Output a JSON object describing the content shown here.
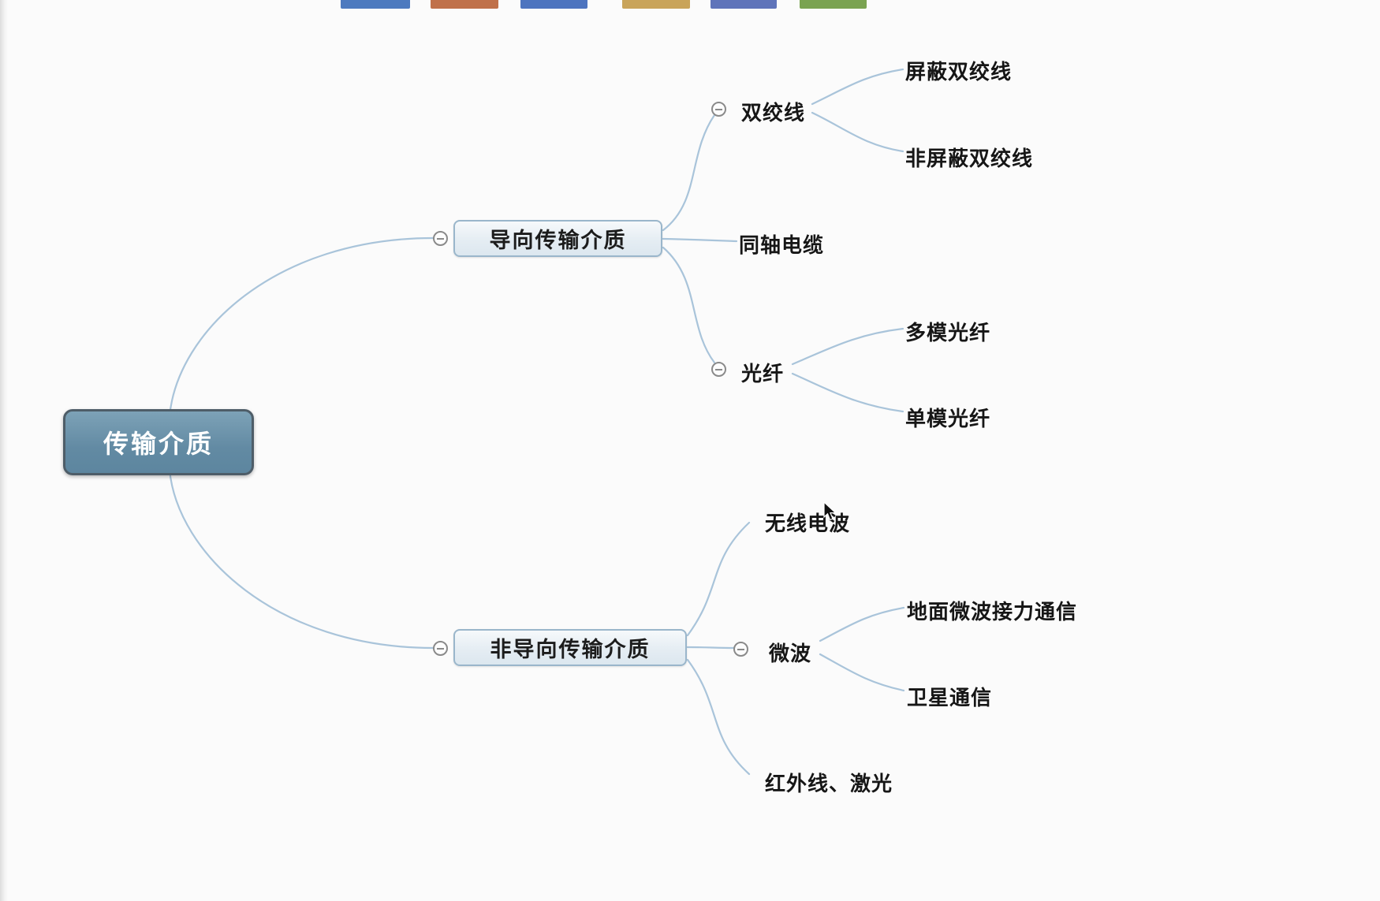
{
  "window": {
    "background": "#fbfbfb"
  },
  "toolbar_fragments": [
    {
      "name": "fragment-1",
      "color": "#4d7abf"
    },
    {
      "name": "fragment-2",
      "color": "#c0714a"
    },
    {
      "name": "fragment-3",
      "color": "#4d74bf"
    },
    {
      "name": "fragment-4",
      "color": "#c9a45a"
    },
    {
      "name": "fragment-5",
      "color": "#5f74ba"
    },
    {
      "name": "fragment-6",
      "color": "#7aa351"
    }
  ],
  "mindmap": {
    "root": {
      "label": "传输介质"
    },
    "branches": [
      {
        "label": "导向传输介质",
        "children": [
          {
            "label": "双绞线",
            "children": [
              {
                "label": "屏蔽双绞线"
              },
              {
                "label": "非屏蔽双绞线"
              }
            ]
          },
          {
            "label": "同轴电缆"
          },
          {
            "label": "光纤",
            "children": [
              {
                "label": "多模光纤"
              },
              {
                "label": "单模光纤"
              }
            ]
          }
        ]
      },
      {
        "label": "非导向传输介质",
        "children": [
          {
            "label": "无线电波"
          },
          {
            "label": "微波",
            "children": [
              {
                "label": "地面微波接力通信"
              },
              {
                "label": "卫星通信"
              }
            ]
          },
          {
            "label": "红外线、激光"
          }
        ]
      }
    ]
  },
  "colors": {
    "connector": "#a9c4da",
    "root_fill": "#6f94aa",
    "root_border": "#4e5d68",
    "root_text": "#ffffff",
    "branch_fill": "#e3ecf3",
    "branch_border": "#9ab6cb",
    "node_text": "#161616",
    "collapse_icon": "#8a8a8a"
  }
}
